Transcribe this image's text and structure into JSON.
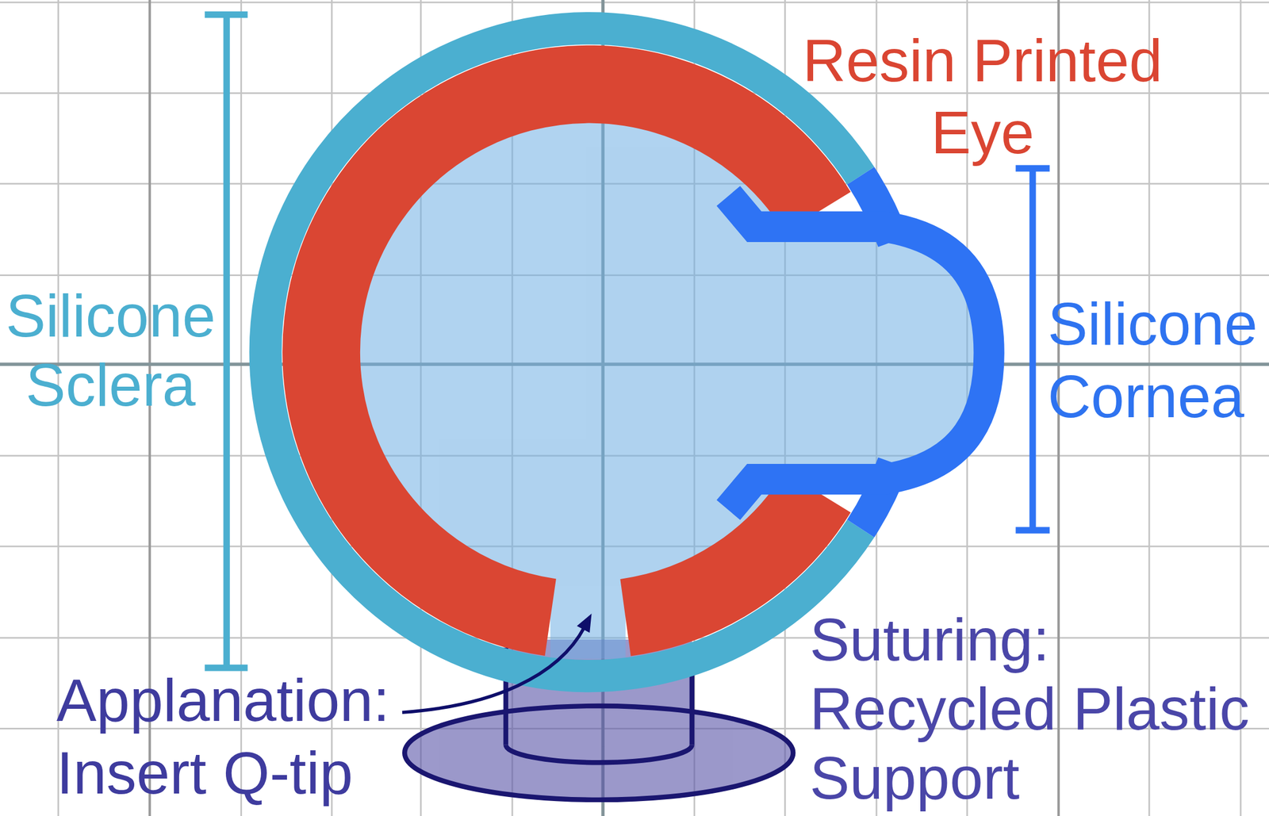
{
  "diagram": {
    "labels": [
      "Resin Printed Eye",
      "Silicone Sclera",
      "Silicone Cornea",
      "Suturing: Recycled Plastic Support",
      "Applanation: Insert Q-tip"
    ]
  }
}
